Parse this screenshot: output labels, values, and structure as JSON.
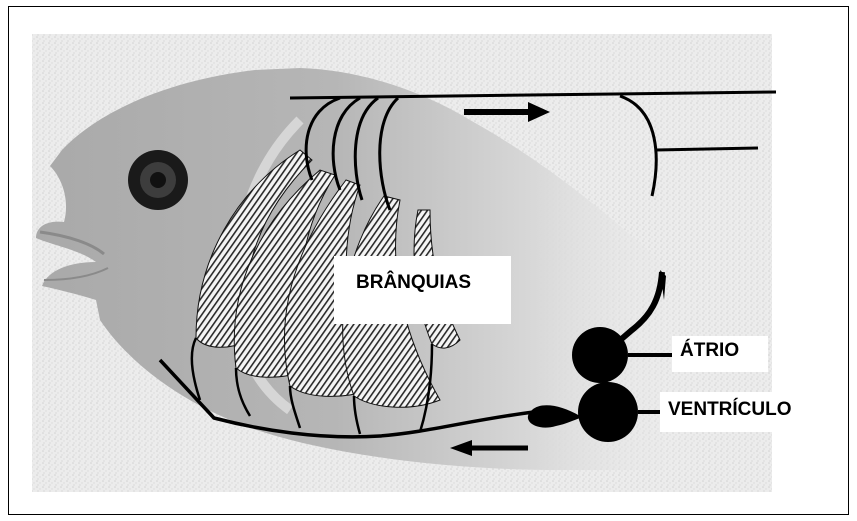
{
  "labels": {
    "branquias": "BRÂNQUIAS",
    "atrio": "ÁTRIO",
    "ventriculo": "VENTRÍCULO"
  },
  "colors": {
    "background": "#ffffff",
    "speckle": "#e2e2e2",
    "fish_body": "#b4b4b4",
    "fish_dark": "#8f8f8f",
    "vessel": "#000000",
    "gill_fill": "#f4f4f4"
  }
}
